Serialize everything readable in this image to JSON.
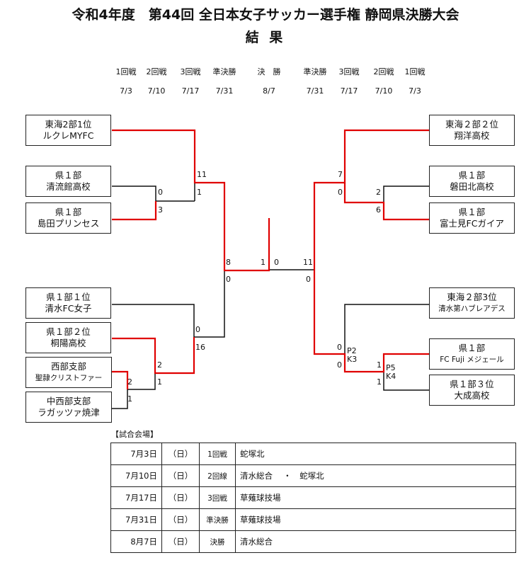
{
  "title_line1": "令和4年度　第44回 全日本女子サッカー選手権 静岡県決勝大会",
  "title_line2": "結 果",
  "rounds": [
    "1回戦",
    "2回戦",
    "3回戦",
    "準決勝",
    "決　勝",
    "準決勝",
    "3回戦",
    "2回戦",
    "1回戦"
  ],
  "dates": [
    "7/3",
    "7/10",
    "7/17",
    "7/31",
    "8/7",
    "7/31",
    "7/17",
    "7/10",
    "7/3"
  ],
  "teams": [
    {
      "line1": "東海2部1位",
      "line2": "ルクレMYFC"
    },
    {
      "line1": "県１部",
      "line2": "清流館高校"
    },
    {
      "line1": "県１部",
      "line2": "島田プリンセス"
    },
    {
      "line1": "県１部１位",
      "line2": "清水FC女子"
    },
    {
      "line1": "県１部２位",
      "line2": "桐陽高校"
    },
    {
      "line1": "西部支部",
      "line2": "聖隷クリストファー"
    },
    {
      "line1": "中西部支部",
      "line2": "ラガッツァ焼津"
    },
    {
      "line1": "東海２部２位",
      "line2": "翔洋高校"
    },
    {
      "line1": "県１部",
      "line2": "磐田北高校"
    },
    {
      "line1": "県１部",
      "line2": "富士見FCガイア"
    },
    {
      "line1": "東海２部3位",
      "line2": "清水第ハブレアデス"
    },
    {
      "line1": "県１部",
      "line2": "FC Fuji メジェール"
    },
    {
      "line1": "県１部３位",
      "line2": "大成高校"
    }
  ],
  "scores": {
    "l_r2_top": "11",
    "l_r2_bot": "1",
    "l_r1_a": "0",
    "l_r1_b": "3",
    "l_sf_top": "8",
    "l_sf_bot": "0",
    "f_l": "1",
    "f_r": "0",
    "r_sf_top": "11",
    "r_sf_bot": "0",
    "r_r2_top": "7",
    "r_r2_bot": "0",
    "r_r1_a": "2",
    "r_r1_b": "6",
    "l_r3_top": "0",
    "l_r3_bot": "16",
    "l_r2b_top": "2",
    "l_r2b_bot": "1",
    "l_r1c_a": "2",
    "l_r1c_b": "1",
    "r_r3_top": "0",
    "r_r3_bot": "0",
    "r_pk3": "P2\nK3",
    "r_r1c_a": "1",
    "r_r1c_b": "1",
    "r_pk5": "P5\nK4"
  },
  "venue_caption": "【試合会場】",
  "venues": [
    {
      "date": "7月3日",
      "day": "（日）",
      "round": "1回戦",
      "place": "蛇塚北"
    },
    {
      "date": "7月10日",
      "day": "（日）",
      "round": "2回線",
      "place": "清水総合　 ・　蛇塚北"
    },
    {
      "date": "7月17日",
      "day": "（日）",
      "round": "3回戦",
      "place": "草薙球技場"
    },
    {
      "date": "7月31日",
      "day": "（日）",
      "round": "準決勝",
      "place": "草薙球技場"
    },
    {
      "date": "8月7日",
      "day": "（日）",
      "round": "決勝",
      "place": "清水総合"
    }
  ],
  "colors": {
    "winner_line": "#e00000",
    "line": "#111111"
  }
}
